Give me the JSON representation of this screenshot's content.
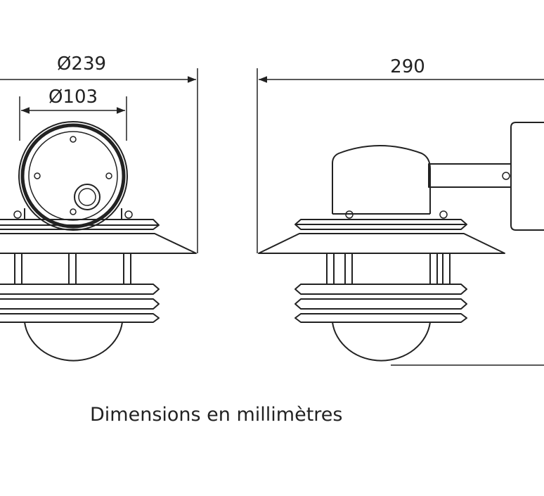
{
  "dimensions": {
    "front_outer_diameter": "Ø239",
    "front_inner_diameter": "Ø103",
    "side_depth": "290"
  },
  "caption": "Dimensions en millimètres",
  "colors": {
    "line": "#222222",
    "background": "#ffffff"
  }
}
